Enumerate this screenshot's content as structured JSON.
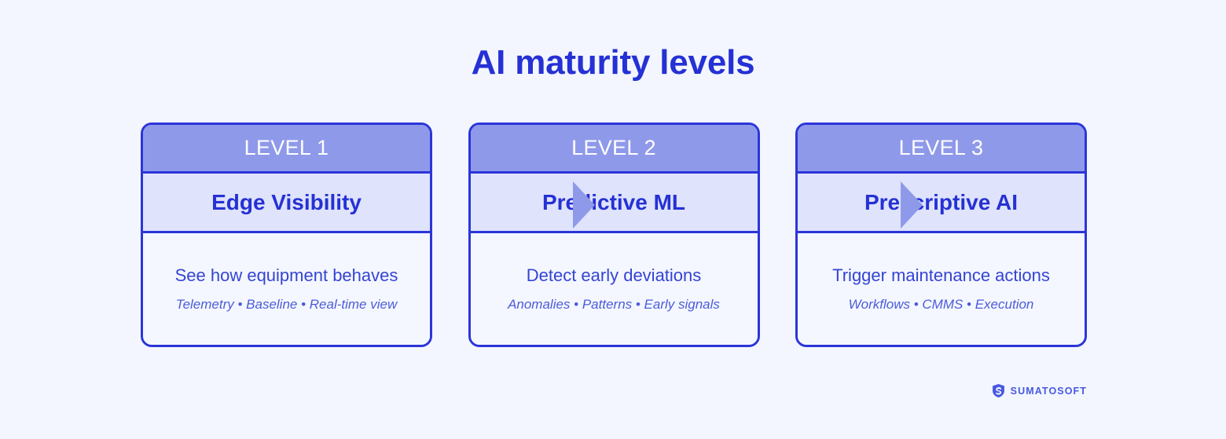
{
  "header": {
    "title": "AI maturity levels"
  },
  "levels": [
    {
      "level_label": "LEVEL 1",
      "title": "Edge Visibility",
      "description": "See how equipment behaves",
      "tags": "Telemetry • Baseline • Real-time view"
    },
    {
      "level_label": "LEVEL 2",
      "title": "Predictive ML",
      "description": "Detect early deviations",
      "tags": "Anomalies • Patterns • Early signals"
    },
    {
      "level_label": "LEVEL 3",
      "title": "Prescriptive AI",
      "description": "Trigger maintenance actions",
      "tags": "Workflows • CMMS • Execution"
    }
  ],
  "connectors": [
    {
      "icon": "arrow-right-icon"
    },
    {
      "icon": "arrow-right-icon"
    }
  ],
  "brand": {
    "icon": "shield-s-logo-icon",
    "name": "SUMATOSOFT"
  },
  "colors": {
    "page_background": "#f3f6fe",
    "card_border": "#2b35d9",
    "card_header_background": "#8f99ea",
    "card_title_background": "#dfe3fb",
    "card_body_background": "#f4f7ff",
    "title_text": "#2531d4",
    "description_text": "#3444d2",
    "tags_text": "#4d5cd8",
    "header_text": "#ffffff",
    "arrow": "#8f99ea",
    "brand_text": "#4858e0"
  }
}
